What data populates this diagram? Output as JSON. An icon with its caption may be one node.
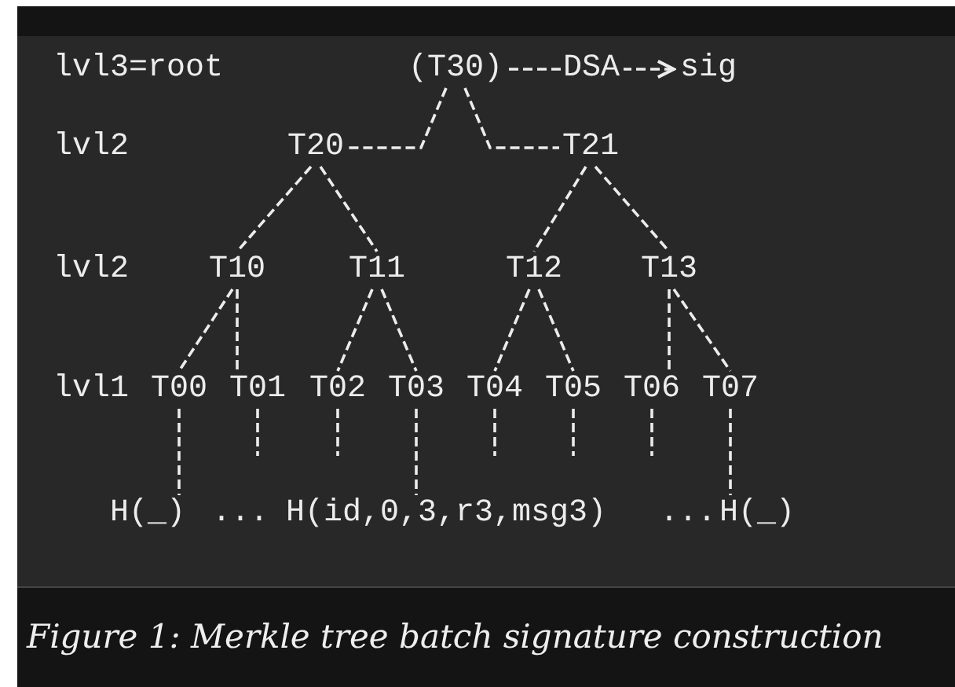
{
  "diagram": {
    "caption": "Figure 1: Merkle tree batch signature construction",
    "nodes": [
      {
        "text": [
          "(T30)"
        ]
      },
      {
        "text": [
          "sig"
        ]
      },
      {
        "text": [
          "T20"
        ]
      },
      {
        "text": [
          "T21"
        ]
      },
      {
        "text": [
          "T10"
        ]
      },
      {
        "text": [
          "T11"
        ]
      },
      {
        "text": [
          "T12"
        ]
      },
      {
        "text": [
          "T13"
        ]
      },
      {
        "text": [
          "T00"
        ]
      },
      {
        "text": [
          "T01"
        ]
      },
      {
        "text": [
          "T02"
        ]
      },
      {
        "text": [
          "T03"
        ]
      },
      {
        "text": [
          "T04"
        ]
      },
      {
        "text": [
          "T05"
        ]
      },
      {
        "text": [
          "T06"
        ]
      },
      {
        "text": [
          "T07"
        ]
      },
      {
        "text": [
          "H(_)"
        ]
      },
      {
        "text": [
          "H(id,0,3,r3,msg3)"
        ]
      },
      {
        "text": [
          "H(_)"
        ]
      }
    ],
    "edges": [
      {
        "from": 0,
        "to": 1,
        "arrow": "to",
        "label": "DSA"
      },
      {
        "from": 0,
        "to": 2,
        "arrow": "none"
      },
      {
        "from": 0,
        "to": 3,
        "arrow": "none"
      },
      {
        "from": 2,
        "to": 4,
        "arrow": "none"
      },
      {
        "from": 2,
        "to": 5,
        "arrow": "none"
      },
      {
        "from": 3,
        "to": 6,
        "arrow": "none"
      },
      {
        "from": 3,
        "to": 7,
        "arrow": "none"
      },
      {
        "from": 4,
        "to": 8,
        "arrow": "none"
      },
      {
        "from": 4,
        "to": 9,
        "arrow": "none"
      },
      {
        "from": 5,
        "to": 10,
        "arrow": "none"
      },
      {
        "from": 5,
        "to": 11,
        "arrow": "none"
      },
      {
        "from": 6,
        "to": 12,
        "arrow": "none"
      },
      {
        "from": 6,
        "to": 13,
        "arrow": "none"
      },
      {
        "from": 7,
        "to": 14,
        "arrow": "none"
      },
      {
        "from": 7,
        "to": 15,
        "arrow": "none"
      },
      {
        "from": 8,
        "to": 16,
        "arrow": "none"
      },
      {
        "from": 9,
        "to": null,
        "arrow": "none"
      },
      {
        "from": 10,
        "to": null,
        "arrow": "none"
      },
      {
        "from": 11,
        "to": 17,
        "arrow": "none"
      },
      {
        "from": 12,
        "to": null,
        "arrow": "none"
      },
      {
        "from": 13,
        "to": null,
        "arrow": "none"
      },
      {
        "from": 14,
        "to": null,
        "arrow": "none"
      },
      {
        "from": 15,
        "to": 18,
        "arrow": "none"
      }
    ],
    "labels": [
      "lvl3=root",
      "lvl2",
      "lvl2",
      "lvl1",
      "...",
      "..."
    ]
  }
}
